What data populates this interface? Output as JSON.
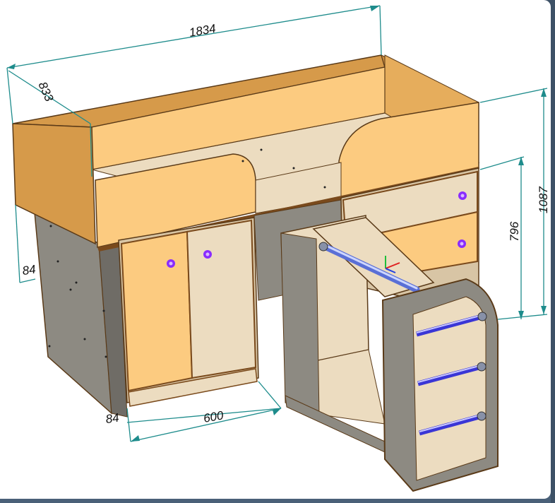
{
  "dimensions": {
    "length": "1834",
    "depth": "833",
    "height_total": "1087",
    "height_drawers": "796",
    "width_cabinet": "600",
    "leg_height_left": "84",
    "leg_height_bottom": "84"
  },
  "colors": {
    "orange_panel": "#fccb80",
    "orange_shade": "#d69a4a",
    "light_wood": "#ecdcc0",
    "light_wood_shade": "#d8c5a5",
    "dark_panel": "#8d8a82",
    "dark_panel_shade": "#6f6c66",
    "edge_brown": "#7a4a1c",
    "dimension_line": "#1e8c8c",
    "ladder_rung": "#3a36d6",
    "handle": "#8a2cff"
  },
  "icons": {
    "handle": "knob-handle-icon",
    "axis_gizmo": "axis-gizmo-icon"
  }
}
